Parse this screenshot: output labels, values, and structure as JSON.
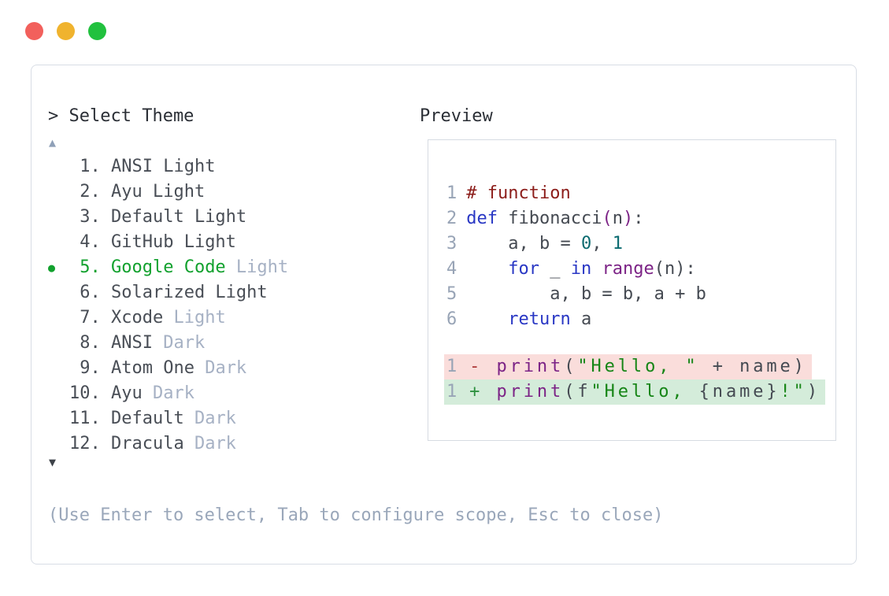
{
  "window_controls": {
    "close_color": "#f2605c",
    "minimize_color": "#f0b32e",
    "zoom_color": "#21c13e"
  },
  "theme_picker": {
    "prompt": "> Select Theme",
    "scroll_up_icon": "▲",
    "scroll_down_icon": "▼",
    "selected_bullet_icon": "●",
    "items": [
      {
        "number": "1",
        "name": "ANSI Light",
        "muted": "",
        "selected": false
      },
      {
        "number": "2",
        "name": "Ayu Light",
        "muted": "",
        "selected": false
      },
      {
        "number": "3",
        "name": "Default Light",
        "muted": "",
        "selected": false
      },
      {
        "number": "4",
        "name": "GitHub Light",
        "muted": "",
        "selected": false
      },
      {
        "number": "5",
        "name": "Google Code",
        "muted": "Light",
        "selected": true
      },
      {
        "number": "6",
        "name": "Solarized Light",
        "muted": "",
        "selected": false
      },
      {
        "number": "7",
        "name": "Xcode",
        "muted": "Light",
        "selected": false
      },
      {
        "number": "8",
        "name": "ANSI",
        "muted": "Dark",
        "selected": false
      },
      {
        "number": "9",
        "name": "Atom One",
        "muted": "Dark",
        "selected": false
      },
      {
        "number": "10",
        "name": "Ayu",
        "muted": "Dark",
        "selected": false
      },
      {
        "number": "11",
        "name": "Default",
        "muted": "Dark",
        "selected": false
      },
      {
        "number": "12",
        "name": "Dracula",
        "muted": "Dark",
        "selected": false
      }
    ],
    "hint": "(Use Enter to select, Tab to configure scope, Esc to close)"
  },
  "preview": {
    "label": "Preview",
    "code_lines": [
      {
        "number": "1",
        "tokens": [
          {
            "text": "# function",
            "type": "comment"
          }
        ]
      },
      {
        "number": "2",
        "tokens": [
          {
            "text": "def",
            "type": "keyword"
          },
          {
            "text": " fibonacci",
            "type": "plain"
          },
          {
            "text": "(",
            "type": "paren"
          },
          {
            "text": "n",
            "type": "plain"
          },
          {
            "text": ")",
            "type": "paren"
          },
          {
            "text": ":",
            "type": "plain"
          }
        ]
      },
      {
        "number": "3",
        "tokens": [
          {
            "text": "    a, b = ",
            "type": "plain"
          },
          {
            "text": "0",
            "type": "number"
          },
          {
            "text": ", ",
            "type": "plain"
          },
          {
            "text": "1",
            "type": "number"
          }
        ]
      },
      {
        "number": "4",
        "tokens": [
          {
            "text": "    ",
            "type": "plain"
          },
          {
            "text": "for",
            "type": "keyword"
          },
          {
            "text": " _ ",
            "type": "plain"
          },
          {
            "text": "in",
            "type": "keyword"
          },
          {
            "text": " ",
            "type": "plain"
          },
          {
            "text": "range",
            "type": "function"
          },
          {
            "text": "(n):",
            "type": "plain"
          }
        ]
      },
      {
        "number": "5",
        "tokens": [
          {
            "text": "        a, b = b, a + b",
            "type": "plain"
          }
        ]
      },
      {
        "number": "6",
        "tokens": [
          {
            "text": "    ",
            "type": "plain"
          },
          {
            "text": "return",
            "type": "keyword"
          },
          {
            "text": " a",
            "type": "plain"
          }
        ]
      }
    ],
    "diff_lines": [
      {
        "number": "1",
        "kind": "removed",
        "tokens": [
          {
            "text": "- ",
            "type": "diff-minus"
          },
          {
            "text": "print",
            "type": "function"
          },
          {
            "text": "(",
            "type": "plain"
          },
          {
            "text": "\"Hello, \"",
            "type": "string"
          },
          {
            "text": " + name)",
            "type": "plain"
          }
        ]
      },
      {
        "number": "1",
        "kind": "added",
        "tokens": [
          {
            "text": "+ ",
            "type": "diff-plus"
          },
          {
            "text": "print",
            "type": "function"
          },
          {
            "text": "(f",
            "type": "plain"
          },
          {
            "text": "\"Hello, ",
            "type": "string"
          },
          {
            "text": "{name}",
            "type": "plain"
          },
          {
            "text": "!\"",
            "type": "string"
          },
          {
            "text": ")",
            "type": "plain"
          }
        ]
      }
    ]
  },
  "colors": {
    "selected_green": "#12a12e",
    "muted_text": "#a6b1c4",
    "hint_text": "#9aa7ba",
    "line_number": "#98a4b6",
    "keyword": "#2937c4",
    "comment": "#8c1d1a",
    "number_literal": "#0b6b70",
    "function_name": "#7c2386",
    "string": "#168516",
    "diff_removed_bg": "#fadddb",
    "diff_added_bg": "#d4ecda",
    "diff_minus": "#ad3838",
    "diff_plus": "#2e9140",
    "window_border": "#d8dde5",
    "preview_border": "#d6dbe2"
  }
}
